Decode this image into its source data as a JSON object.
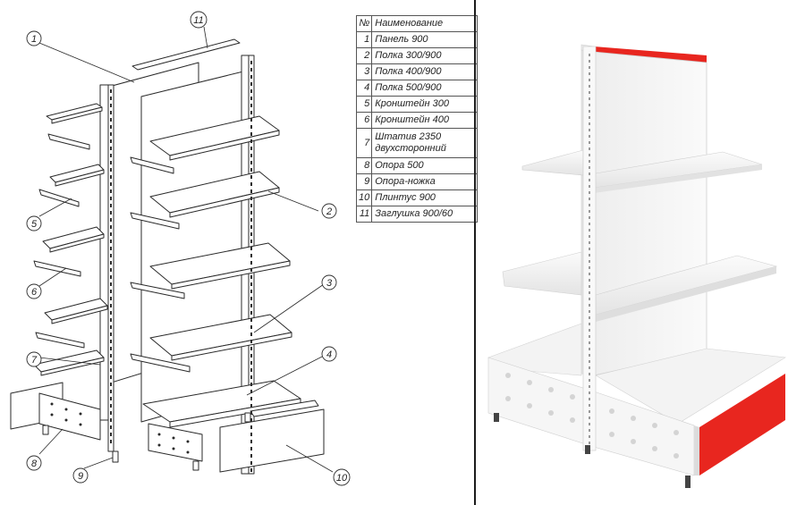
{
  "table": {
    "header": {
      "num": "№",
      "name": "Наименование"
    },
    "rows": [
      {
        "num": "1",
        "name": "Панель 900"
      },
      {
        "num": "2",
        "name": "Полка 300/900"
      },
      {
        "num": "3",
        "name": "Полка 400/900"
      },
      {
        "num": "4",
        "name": "Полка 500/900"
      },
      {
        "num": "5",
        "name": "Кронштейн 300"
      },
      {
        "num": "6",
        "name": "Кронштейн 400"
      },
      {
        "num": "7",
        "name": "Штатив 2350 двухсторонний"
      },
      {
        "num": "8",
        "name": "Опора 500"
      },
      {
        "num": "9",
        "name": "Опора-ножка"
      },
      {
        "num": "10",
        "name": "Плинтус 900"
      },
      {
        "num": "11",
        "name": "Заглушка 900/60"
      }
    ]
  },
  "callouts": [
    "1",
    "2",
    "3",
    "4",
    "5",
    "6",
    "7",
    "8",
    "9",
    "10",
    "11"
  ],
  "colors": {
    "line": "#2a2a2a",
    "accent_red": "#e8261f",
    "metal_white": "#f4f4f4",
    "shadow": "#d9d9d9"
  }
}
